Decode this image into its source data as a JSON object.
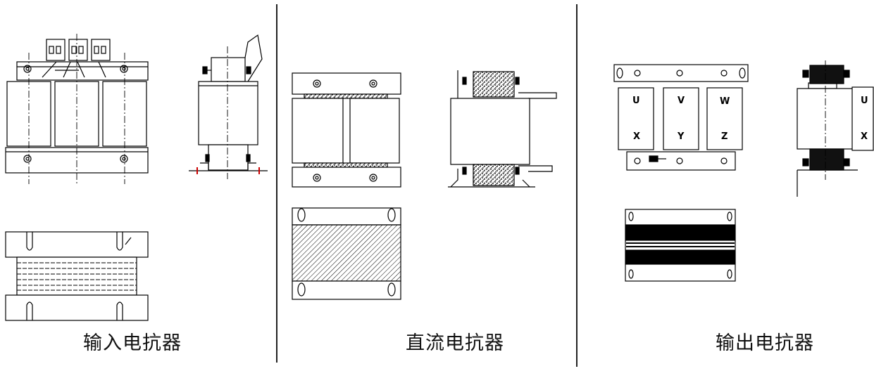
{
  "colors": {
    "line": "#000000",
    "background": "#ffffff",
    "marker": "#cc0000"
  },
  "panels": [
    {
      "caption": "输入电抗器"
    },
    {
      "caption": "直流电抗器"
    },
    {
      "caption": "输出电抗器"
    }
  ],
  "output_reactor_terminals": {
    "top": [
      "U",
      "V",
      "W"
    ],
    "bottom": [
      "X",
      "Y",
      "Z"
    ],
    "side_top": "U",
    "side_bottom": "X"
  }
}
